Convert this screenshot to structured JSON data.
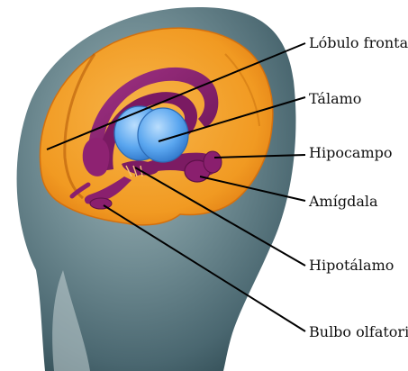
{
  "labels": {
    "frontal_lobe": "Lóbulo frontal",
    "thalamus": "Tálamo",
    "hippocampus": "Hipocampo",
    "amygdala": "Amígdala",
    "hypothalamus": "Hipotálamo",
    "olfactory_bulb": "Bulbo olfatorio"
  },
  "colors": {
    "head": "#55737c",
    "head_dark": "#2f4a52",
    "head_light": "#d9e3e4",
    "cortex": "#f2a22c",
    "cortex_edge": "#e07b12",
    "limbic": "#8a1f6e",
    "limbic_dark": "#5e1049",
    "thalamus": "#4f9be8",
    "thalamus_light": "#a7d2fb",
    "leader_line": "#000000"
  }
}
